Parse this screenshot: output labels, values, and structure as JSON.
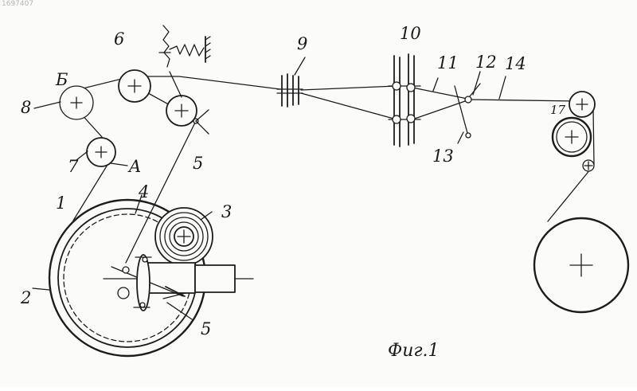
{
  "document_id": "1697407",
  "caption": "Фиг.1",
  "labels": {
    "l1": "1",
    "l2": "2",
    "l3": "3",
    "l4": "4",
    "l5_top": "5",
    "l5_bottom": "5",
    "l6": "6",
    "l7": "7",
    "l8": "8",
    "l9": "9",
    "l10": "10",
    "l11": "11",
    "l12": "12",
    "l13": "13",
    "l14": "14",
    "l17": "17",
    "lA": "A",
    "lB": "Б"
  }
}
